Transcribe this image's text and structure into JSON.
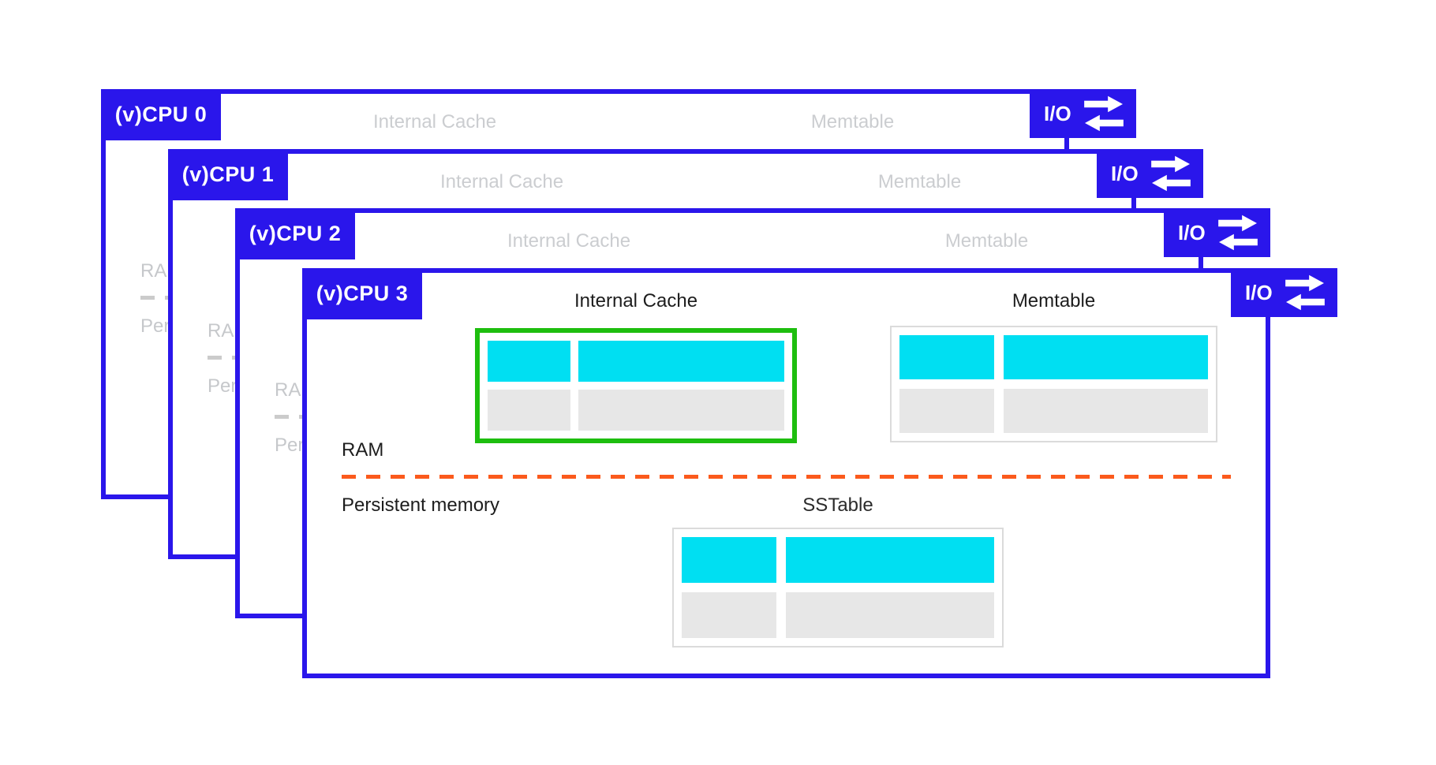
{
  "labels": {
    "internal_cache": "Internal Cache",
    "memtable": "Memtable",
    "ram": "RAM",
    "persistent_memory": "Persistent memory",
    "sstable": "SSTable",
    "io": "I/O"
  },
  "panels": [
    {
      "cpu_label": "(v)CPU 0"
    },
    {
      "cpu_label": "(v)CPU 1"
    },
    {
      "cpu_label": "(v)CPU 2"
    },
    {
      "cpu_label": "(v)CPU 3"
    }
  ],
  "colors": {
    "panel_blue": "#2A16EB",
    "highlight_green": "#1EBE0F",
    "divider_orange": "#FB5A1C",
    "cell_cyan": "#00DFF2",
    "cell_gray": "#E7E7E7",
    "table_border_gray": "#DBDBDB",
    "muted_text_gray": "#CBCDD0",
    "front_text": "#1D1D1D"
  }
}
